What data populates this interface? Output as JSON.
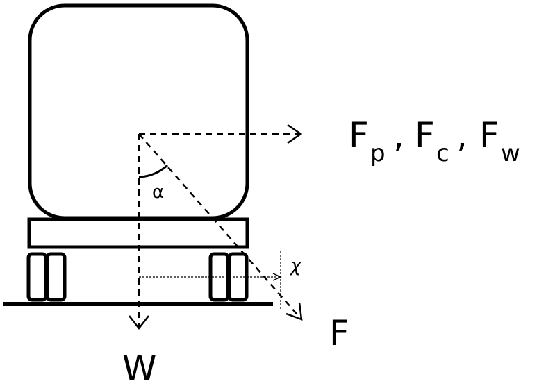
{
  "forces": {
    "lateral": [
      {
        "symbol": "F",
        "subscript": "p"
      },
      {
        "symbol": "F",
        "subscript": "c"
      },
      {
        "symbol": "F",
        "subscript": "w"
      }
    ],
    "separator": ",",
    "resultant": "F",
    "weight": "W"
  },
  "angle_label": "α",
  "offset_label": "χ",
  "colors": {
    "stroke": "#000000",
    "background": "#ffffff"
  }
}
